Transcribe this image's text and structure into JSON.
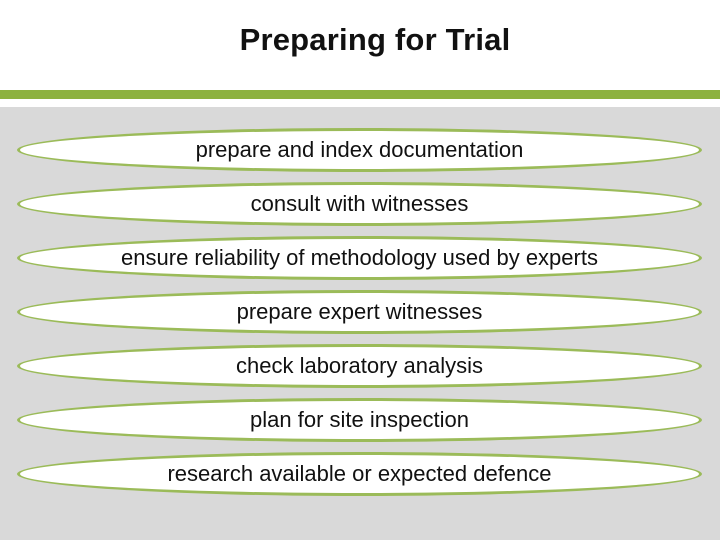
{
  "slide": {
    "title": "Preparing for Trial",
    "items": [
      "prepare and index documentation",
      "consult with witnesses",
      "ensure reliability of methodology used by experts",
      "prepare expert witnesses",
      "check laboratory analysis",
      "plan for site inspection",
      "research available or expected defence"
    ]
  }
}
